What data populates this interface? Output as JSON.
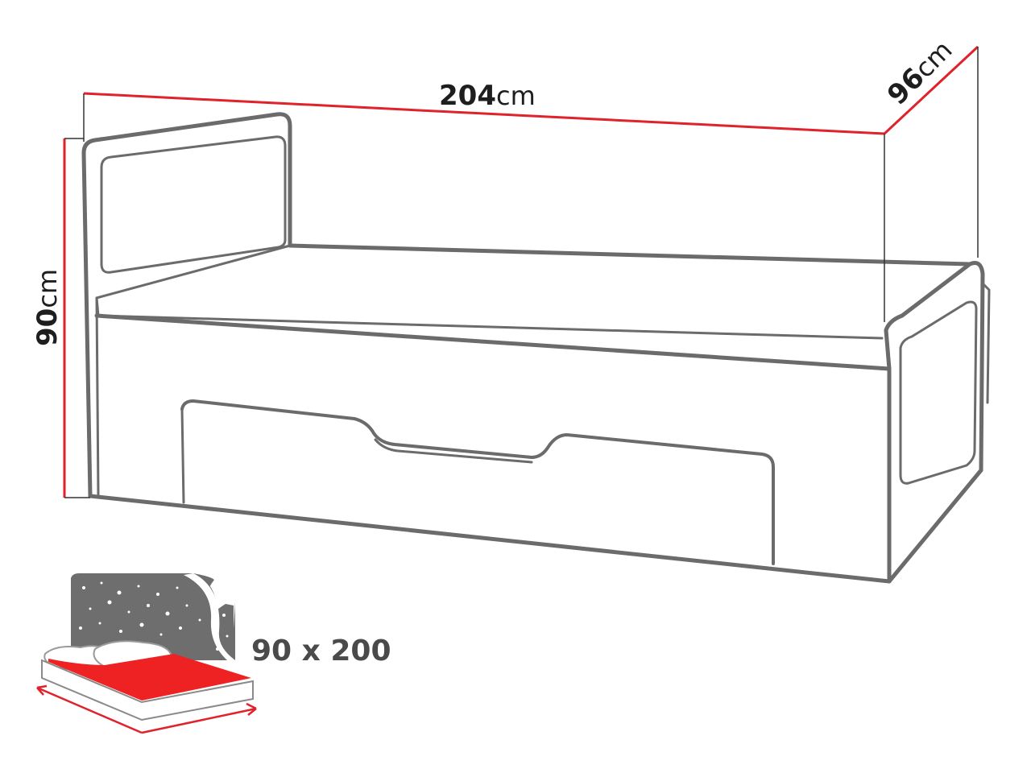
{
  "dimensions": {
    "length": {
      "value": "204",
      "unit": "cm"
    },
    "depth": {
      "value": "96",
      "unit": "cm"
    },
    "height": {
      "value": "90",
      "unit": "cm"
    }
  },
  "mattress": {
    "size_label": "90 x 200"
  },
  "colors": {
    "outline": "#6b6b6b",
    "dimension_line": "#e0222a",
    "mattress_red": "#ee2222",
    "headboard_dark": "#6e6e6e",
    "text": "#1e1e1e"
  },
  "icons": [
    "bed-drawing",
    "mattress-icon",
    "stars-pattern"
  ]
}
